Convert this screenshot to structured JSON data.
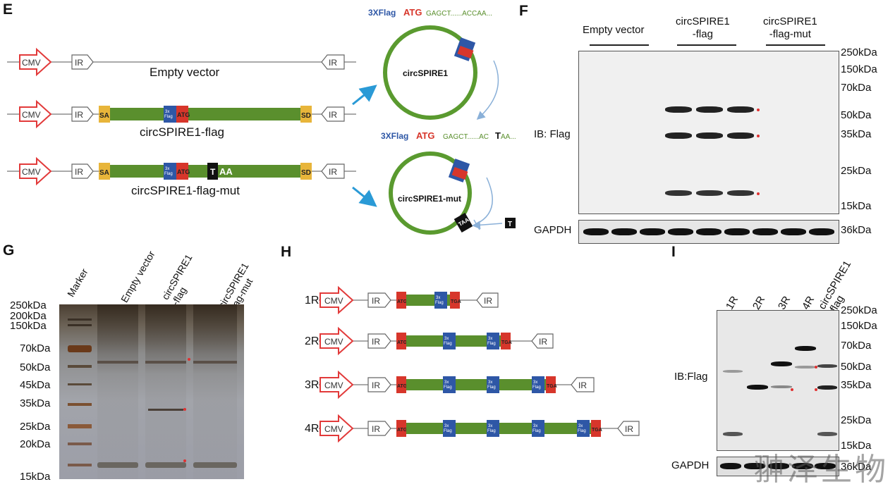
{
  "panels": {
    "E": "E",
    "F": "F",
    "G": "G",
    "H": "H",
    "I": "I"
  },
  "colors": {
    "cmv": "#e23a3a",
    "green": "#5a8f2d",
    "flagBlue": "#2e57a6",
    "atgRed": "#d7362b",
    "sa": "#e8b53a",
    "arrowBlue": "#2a9ad6",
    "ring": "#5a9a2f"
  },
  "panelE": {
    "cmv": "CMV",
    "ir": "IR",
    "sa": "SA",
    "sd": "SD",
    "atg": "ATG",
    "flag": "3x\nFlag",
    "t": "T",
    "aa": "AA",
    "constructs": [
      "Empty vector",
      "circSPIRE1-flag",
      "circSPIRE1-flag-mut"
    ],
    "circ1": "circSPIRE1",
    "circ2": "circSPIRE1-mut",
    "seq1": {
      "flag": "3XFlag",
      "atg": "ATG",
      "rest": "GAGCT......ACCAA..."
    },
    "seq2": {
      "flag": "3XFlag",
      "atg": "ATG",
      "rest": "GAGCT......AC",
      "t": "T",
      "tail": " AA..."
    },
    "taa": "TAA"
  },
  "panelF": {
    "lanes": [
      "Empty vector",
      "circSPIRE1\n-flag",
      "circSPIRE1\n-flag-mut"
    ],
    "ib": "IB: Flag",
    "gapdh": "GAPDH",
    "markers": [
      "250kDa",
      "150kDa",
      "70kDa",
      "50kDa",
      "35kDa",
      "25kDa",
      "15kDa"
    ],
    "gapdhMarker": "36kDa"
  },
  "panelG": {
    "lanes": [
      "Marker",
      "Empty vector",
      "circSPIRE1\n-flag",
      "circSPIRE1\n-flag-mut"
    ],
    "markers": [
      "250kDa",
      "200kDa",
      "150kDa",
      "70kDa",
      "50kDa",
      "45kDa",
      "35kDa",
      "25kDa",
      "20kDa",
      "15kDa"
    ]
  },
  "panelH": {
    "rows": [
      "1R",
      "2R",
      "3R",
      "4R"
    ],
    "cmv": "CMV",
    "ir": "IR",
    "atg": "ATG",
    "tga": "TGA",
    "flag": "3x\nFlag"
  },
  "panelI": {
    "lanes": [
      "1R",
      "2R",
      "3R",
      "4R",
      "circSPIRE1\n-flag"
    ],
    "ib": "IB:Flag",
    "gapdh": "GAPDH",
    "markers": [
      "250kDa",
      "150kDa",
      "70kDa",
      "50kDa",
      "35kDa",
      "25kDa",
      "15kDa"
    ],
    "gapdhMarker": "36kDa"
  },
  "watermark": "翀泽生物"
}
